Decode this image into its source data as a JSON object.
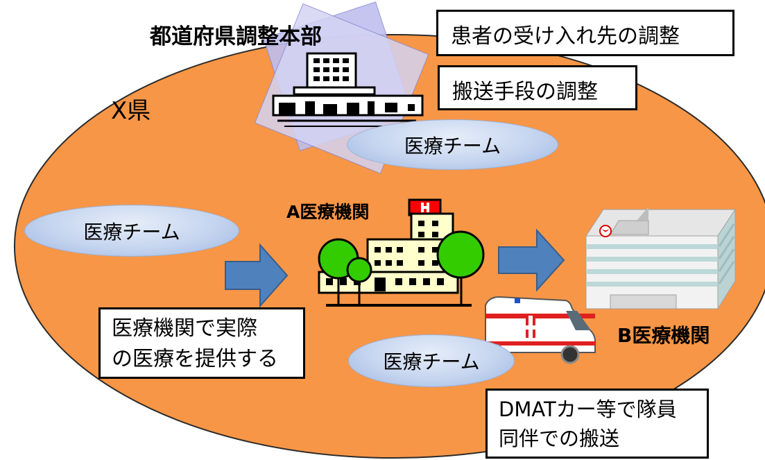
{
  "prefecture_label": "X県",
  "hq_title": "都道府県調整本部",
  "hq_tasks": [
    "患者の受け入れ先の調整",
    "搬送手段の調整"
  ],
  "team_label": "医療チーム",
  "hospital_a": "A医療機関",
  "hospital_b": "B医療機関",
  "note_care": [
    "医療機関で実際",
    "の医療を提供する"
  ],
  "note_transport": [
    "DMATカー等で隊員",
    "同伴での搬送"
  ],
  "colors": {
    "prefecture_fill": "#f79646",
    "arrow_fill": "#4f81bd",
    "oval_fill": "#c5d5ef",
    "tree_fill": "#33cc00",
    "building_fill": "#ffffcc",
    "hq_backdrop": "#c8c8ee"
  },
  "icons": [
    "hq-building-icon",
    "hospital-a-icon",
    "hospital-b-icon",
    "ambulance-icon",
    "arrow-right-icon"
  ]
}
